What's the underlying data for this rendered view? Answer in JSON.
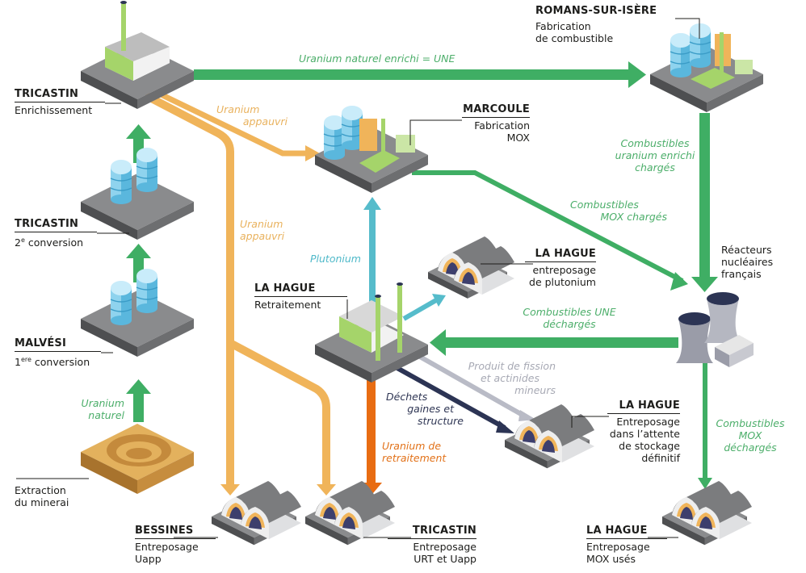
{
  "colors": {
    "green": "#3fae64",
    "orange_light": "#f0b45a",
    "orange_dark": "#e86c12",
    "cyan": "#56bccb",
    "grey_light": "#b9bbc6",
    "navy": "#2c3454",
    "platform": "#5d5e60"
  },
  "sites": {
    "tricastin_enrich": {
      "name": "TRICASTIN",
      "desc": "Enrichissement"
    },
    "tricastin_conv2": {
      "name": "TRICASTIN",
      "desc_pre": "2",
      "desc_sup": "e",
      "desc_post": " conversion"
    },
    "malvesi": {
      "name": "MALVÉSI",
      "desc_pre": "1",
      "desc_sup": "ere",
      "desc_post": " conversion"
    },
    "extraction": {
      "desc1": "Extraction",
      "desc2": "du minerai"
    },
    "romans": {
      "name": "ROMANS-SUR-ISÈRE",
      "desc1": "Fabrication",
      "desc2": "de combustible"
    },
    "marcoule": {
      "name": "MARCOULE",
      "desc1": "Fabrication",
      "desc2": "MOX"
    },
    "lahague_retraitement": {
      "name": "LA HAGUE",
      "desc": "Retraitement"
    },
    "lahague_plutonium": {
      "name": "LA HAGUE",
      "desc1": "entreposage",
      "desc2": "de plutonium"
    },
    "reacteurs": {
      "desc1": "Réacteurs",
      "desc2": "nucléaires",
      "desc3": "français"
    },
    "lahague_definitif": {
      "name": "LA HAGUE",
      "desc1": "Entreposage",
      "desc2": "dans l’attente",
      "desc3": "de stockage",
      "desc4": "définitif"
    },
    "bessines": {
      "name": "BESSINES",
      "desc1": "Entreposage",
      "desc2": "Uapp"
    },
    "tricastin_storage": {
      "name": "TRICASTIN",
      "desc1": "Entreposage",
      "desc2": "URT et Uapp"
    },
    "lahague_mox": {
      "name": "LA HAGUE",
      "desc1": "Entreposage",
      "desc2": "MOX usés"
    }
  },
  "flows": {
    "une": "Uranium naturel enrichi = UNE",
    "uapp1": [
      "Uranium",
      "appauvri"
    ],
    "uapp2": [
      "Uranium",
      "appauvri"
    ],
    "uranium_naturel": [
      "Uranium",
      "naturel"
    ],
    "comb_ue_charges": [
      "Combustibles",
      "uranium enrichi",
      "chargés"
    ],
    "comb_mox_charges": [
      "Combustibles",
      "MOX chargés"
    ],
    "plutonium": "Plutonium",
    "comb_une_decharges": [
      "Combustibles UNE",
      "déchargés"
    ],
    "fission": [
      "Produit de fission",
      "et actinides",
      "mineurs"
    ],
    "dechets": [
      "Déchets",
      "gaines et",
      "structure"
    ],
    "urt": [
      "Uranium de",
      "retraitement"
    ],
    "comb_mox_decharges": [
      "Combustibles",
      "MOX",
      "déchargés"
    ]
  }
}
